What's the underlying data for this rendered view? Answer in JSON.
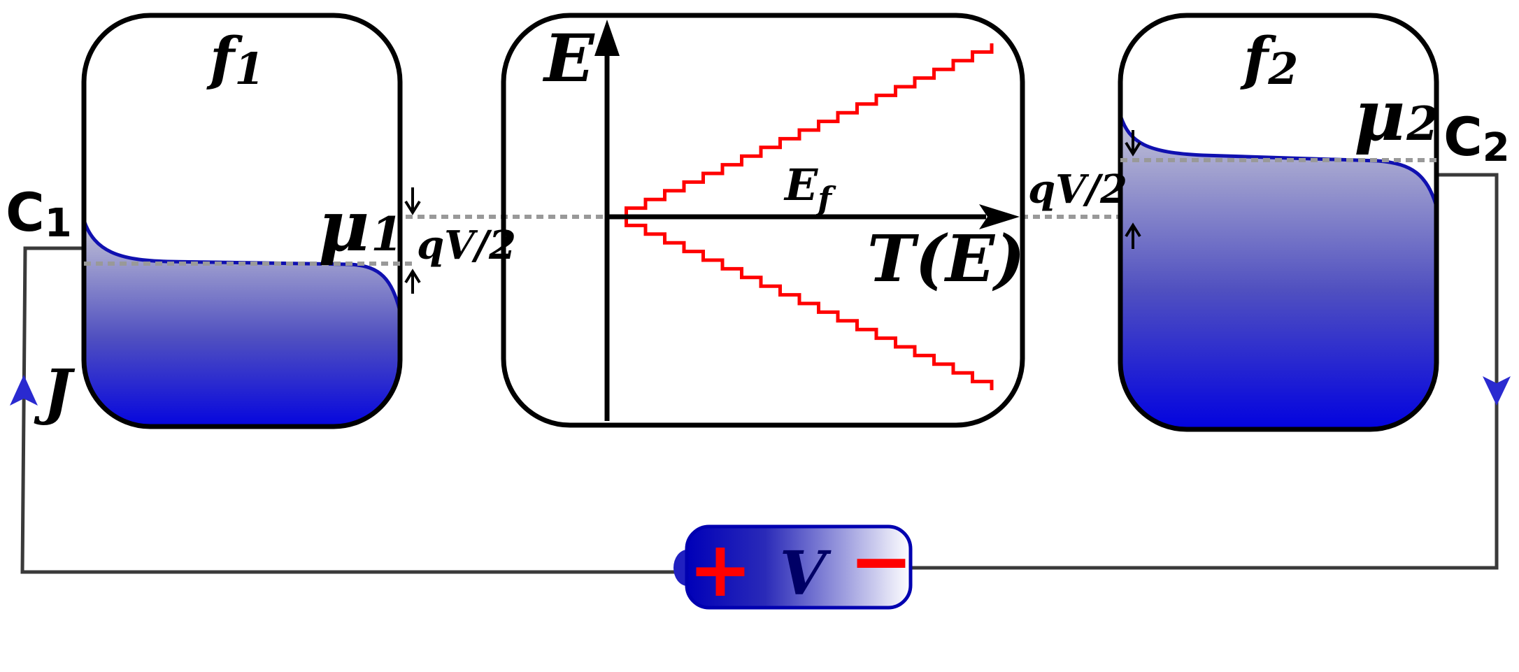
{
  "colors": {
    "outline": "#000000",
    "wire": "#3a3a3a",
    "level": "#999999",
    "fermi_curve": "#1010b0",
    "fill_top": "#c4c4d4",
    "fill_bottom": "#0000e0",
    "transmission": "#ff0000",
    "battery_dark": "#0000b8",
    "battery_light": "#ffffff",
    "battery_sign": "#ff0000",
    "current_arrow": "#2a2ad0"
  },
  "left_contact": {
    "contact_label": "C",
    "contact_sub": "1",
    "distribution_label": "f",
    "distribution_sub": "1",
    "potential_label": "μ",
    "potential_sub": "1",
    "bias_label": "qV/2"
  },
  "right_contact": {
    "contact_label": "C",
    "contact_sub": "2",
    "distribution_label": "f",
    "distribution_sub": "2",
    "potential_label": "μ",
    "potential_sub": "2",
    "bias_label": "qV/2"
  },
  "channel": {
    "energy_axis_label": "E",
    "fermi_label": "E",
    "fermi_sub": "f",
    "transmission_label": "T(E)",
    "steps_per_branch": 20
  },
  "circuit": {
    "current_label": "J",
    "battery_plus": "+",
    "battery_label": "V",
    "battery_minus": "−"
  }
}
